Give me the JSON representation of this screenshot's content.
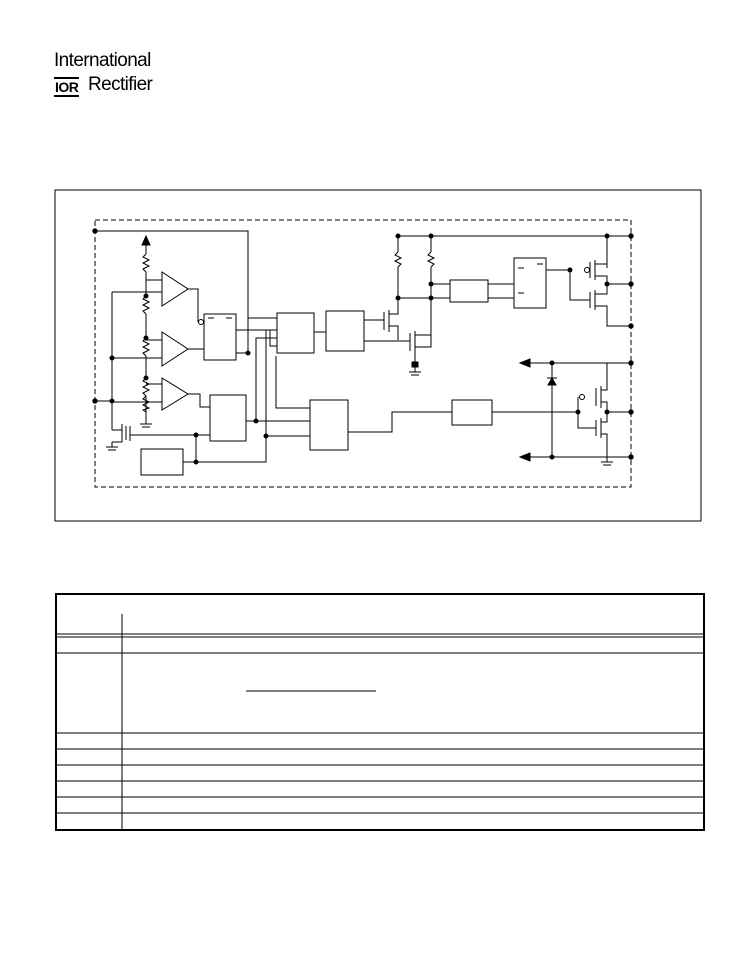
{
  "header": {
    "logo_line1": "International",
    "logo_badge": "IOR",
    "logo_line2": "Rectifier"
  },
  "table": {
    "row_count": 8
  }
}
